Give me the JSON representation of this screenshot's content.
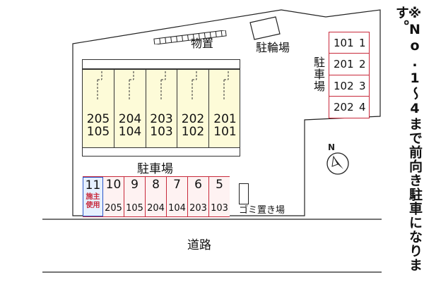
{
  "labels": {
    "storage": "物置",
    "bike_parking": "駐輪場",
    "parking_right": "駐車場",
    "parking_bottom": "駐車場",
    "garbage": "ゴミ置き場",
    "road": "道路"
  },
  "right_lots": [
    {
      "unit": "101",
      "no": "1"
    },
    {
      "unit": "201",
      "no": "2"
    },
    {
      "unit": "102",
      "no": "3"
    },
    {
      "unit": "202",
      "no": "4"
    }
  ],
  "building_units": [
    {
      "top": "205",
      "bottom": "105"
    },
    {
      "top": "204",
      "bottom": "104"
    },
    {
      "top": "203",
      "bottom": "103"
    },
    {
      "top": "202",
      "bottom": "102"
    },
    {
      "top": "201",
      "bottom": "101"
    }
  ],
  "bottom_lots": [
    {
      "no": "11",
      "unit": "施主使用",
      "owner": true
    },
    {
      "no": "10",
      "unit": "205"
    },
    {
      "no": "9",
      "unit": "105"
    },
    {
      "no": "8",
      "unit": "204"
    },
    {
      "no": "7",
      "unit": "104"
    },
    {
      "no": "6",
      "unit": "203"
    },
    {
      "no": "5",
      "unit": "103"
    }
  ],
  "compass": "N",
  "side_note": "※No.1〜4まで前向き駐車になります。",
  "colors": {
    "lot_border": "#c8283a",
    "lot_fill": "#fef2f2",
    "building_fill": "#fdfbd8",
    "owner_lot_fill": "#e6f0ff",
    "owner_text": "#c8283a"
  }
}
